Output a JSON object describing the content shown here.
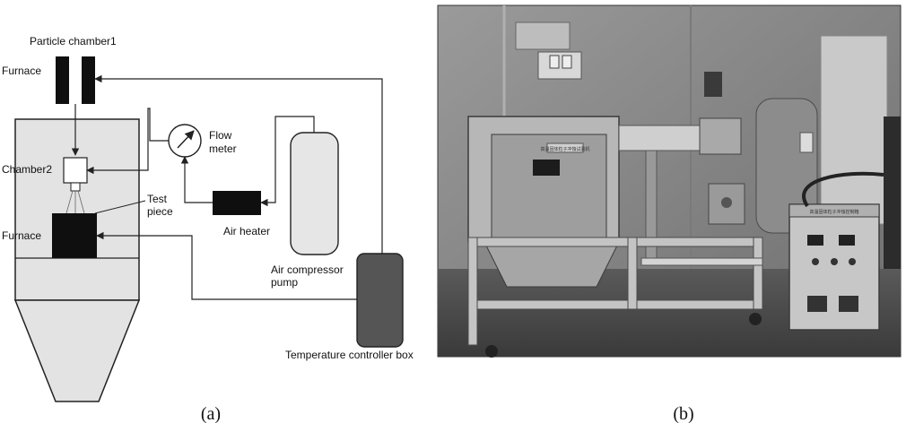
{
  "diagram": {
    "labels": {
      "particle_chamber": "Particle chamber1",
      "furnace_top": "Furnace",
      "chamber2": "Chamber2",
      "test_piece_1": "Test",
      "test_piece_2": "piece",
      "furnace_bottom": "Furnace",
      "flow_meter_1": "Flow",
      "flow_meter_2": "meter",
      "air_heater": "Air heater",
      "air_compressor_1": "Air compressor",
      "air_compressor_2": "pump",
      "temp_controller": "Temperature controller box"
    }
  },
  "captions": {
    "a": "(a)",
    "b": "(b)"
  },
  "photo": {
    "panel_labels": [
      "高温固体粒子冲蚀试验机",
      "高温固体粒子冲蚀控制箱"
    ]
  },
  "colors": {
    "outline": "#222222",
    "vessel_fill": "#e3e3e3",
    "dark_box": "#0f0f0f",
    "controller_fill": "#555555",
    "compressor_fill": "#e6e6e6"
  }
}
